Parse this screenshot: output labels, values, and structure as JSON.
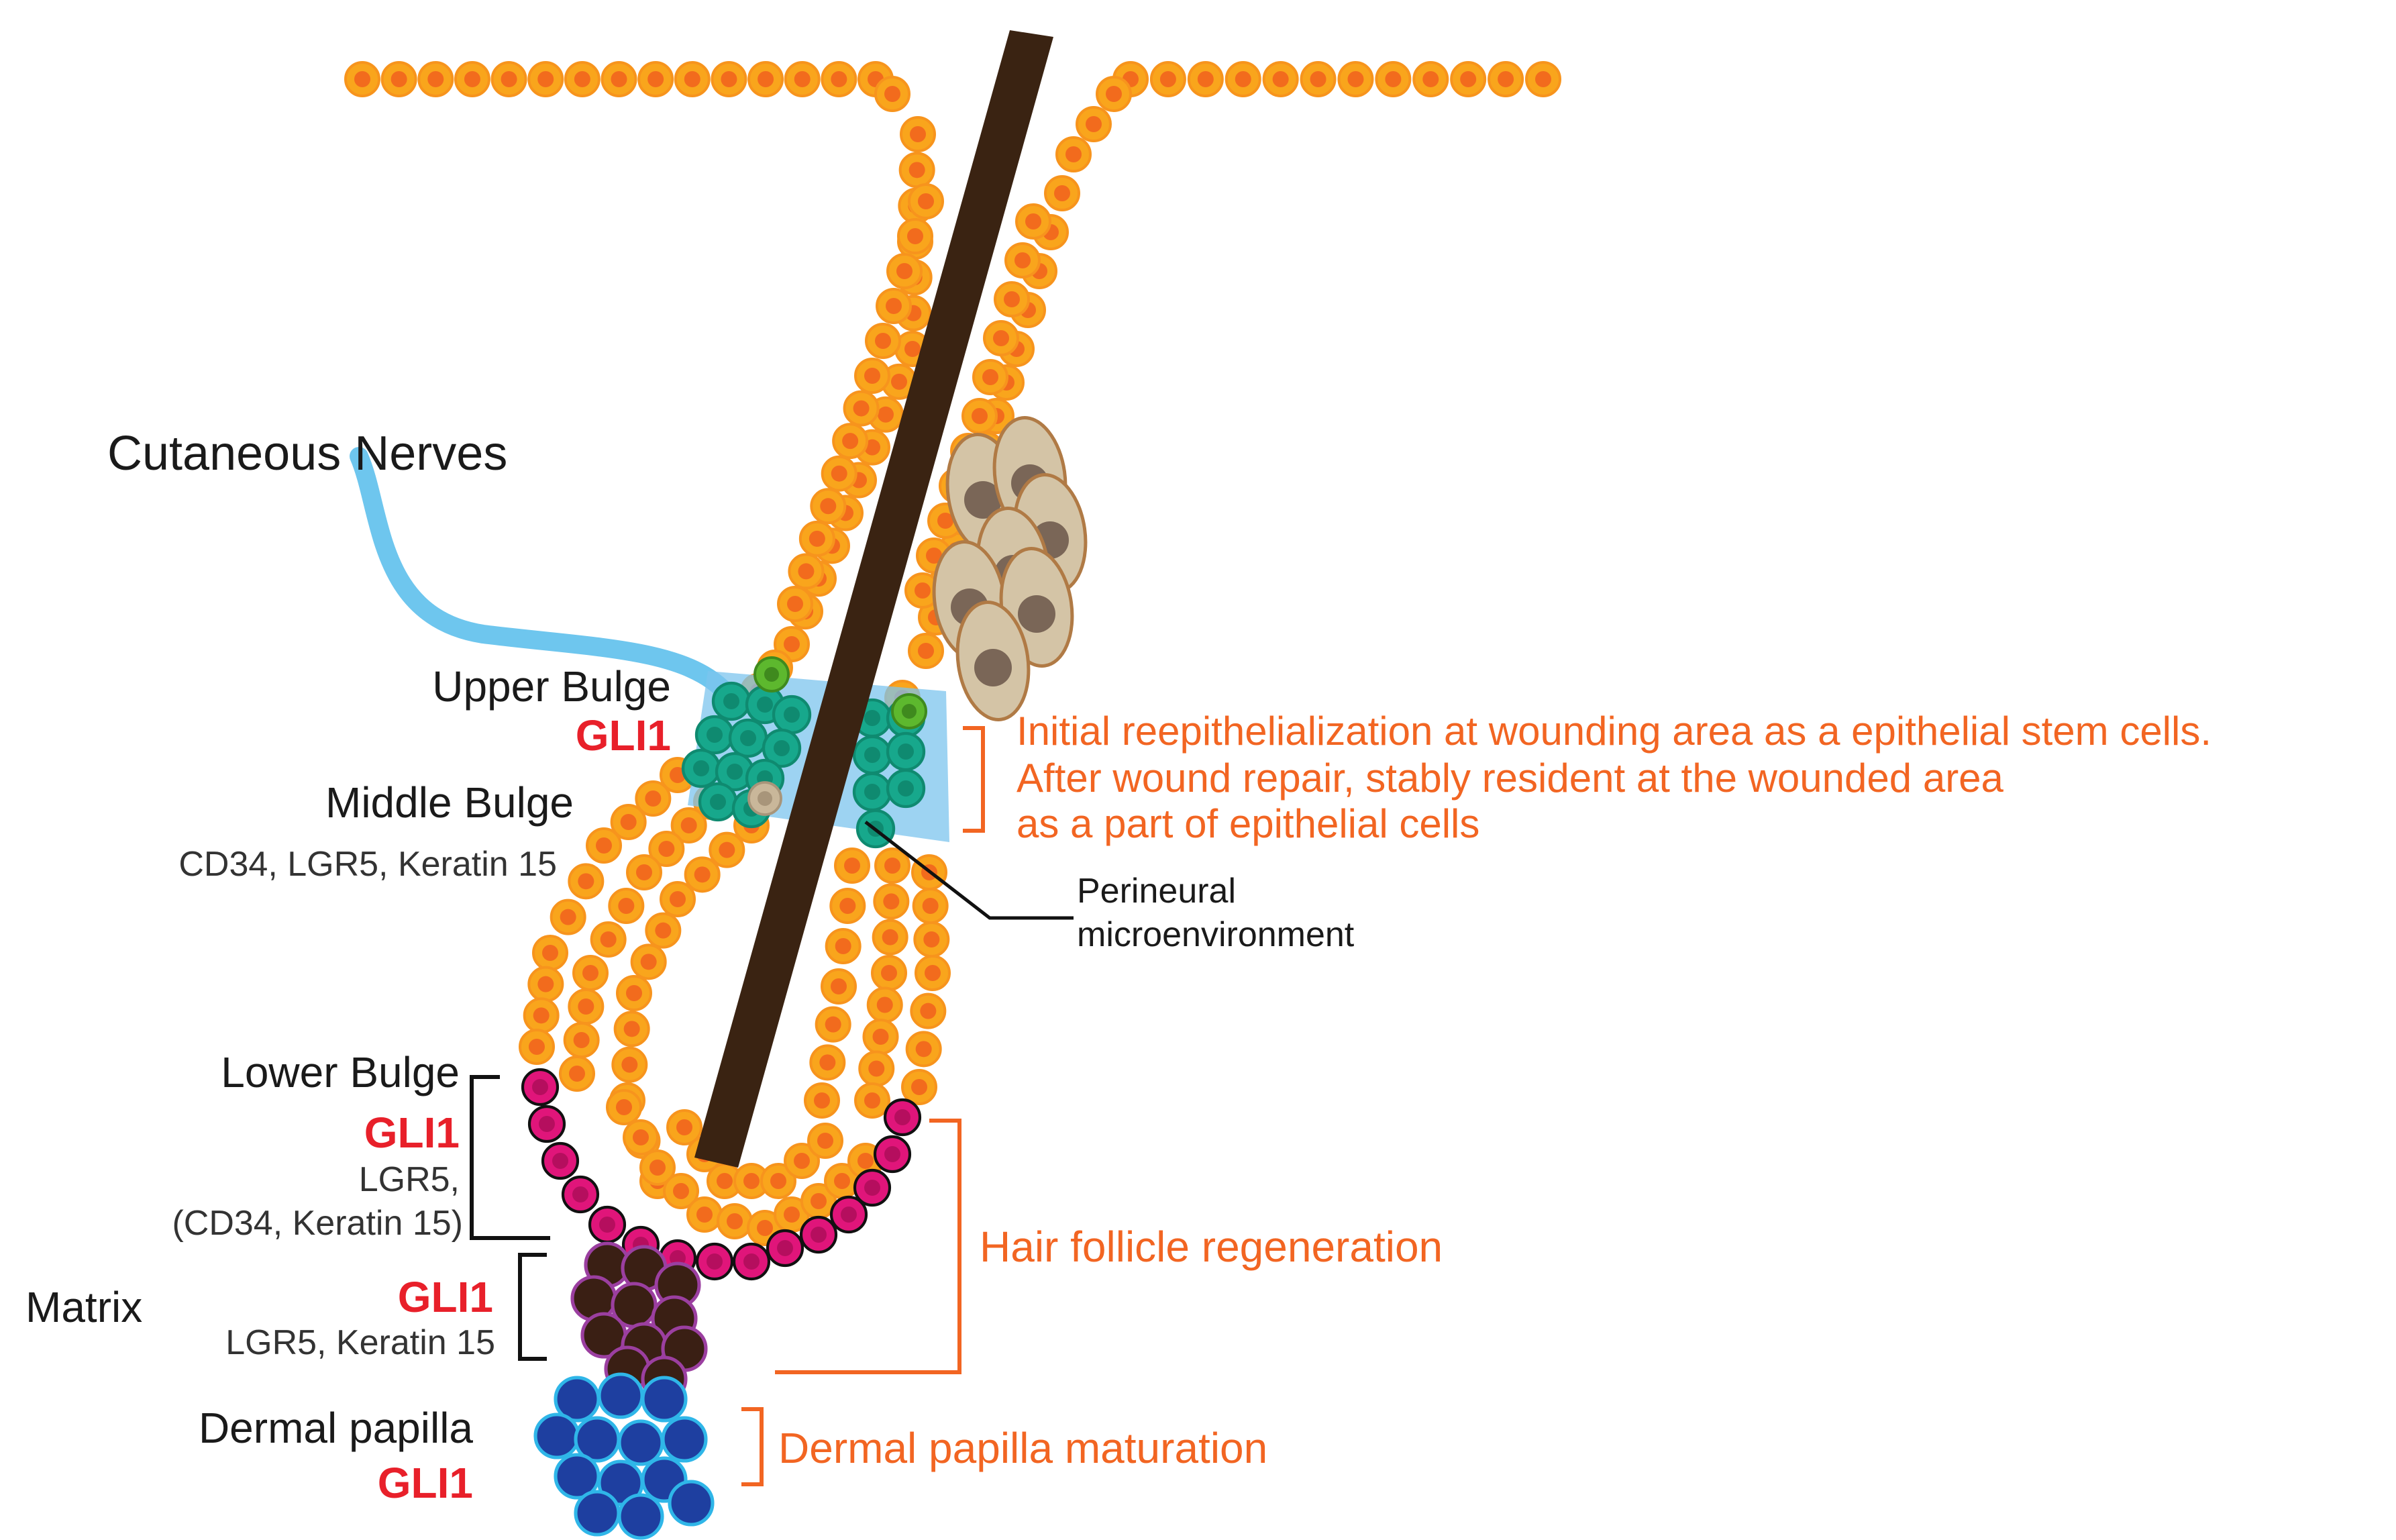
{
  "labels": {
    "cutaneous_nerves": "Cutaneous Nerves",
    "upper_bulge": "Upper Bulge",
    "upper_bulge_marker": "GLI1",
    "middle_bulge": "Middle Bulge",
    "middle_bulge_markers": "CD34, LGR5, Keratin 15",
    "perineural_line1": "Perineural",
    "perineural_line2": "microenvironment",
    "lower_bulge": "Lower Bulge",
    "lower_bulge_marker": "GLI1",
    "lower_bulge_markers_line1": "LGR5,",
    "lower_bulge_markers_line2": "(CD34, Keratin 15)",
    "matrix": "Matrix",
    "matrix_marker": "GLI1",
    "matrix_markers": "LGR5, Keratin 15",
    "dermal_papilla": "Dermal papilla",
    "dermal_papilla_marker": "GLI1"
  },
  "roles": {
    "reepithelialization_line1": "Initial reepithelialization at wounding area as a epithelial stem cells.",
    "reepithelialization_line2": "After wound repair, stably resident at the wounded area",
    "reepithelialization_line3": "as a part of epithelial cells",
    "hair_follicle_regeneration": "Hair follicle regeneration",
    "dermal_papilla_maturation": "Dermal papilla maturation"
  },
  "colors": {
    "keratinocyte_fill": "#F9A51C",
    "keratinocyte_nucleus": "#F26B1D",
    "keratinocyte_outline": "#F7941D",
    "hair_shaft": "#3A2312",
    "nerve": "#6EC6EE",
    "perineural_zone": "#7CC4EE",
    "bulge_stem_cell": "#17A88C",
    "bulge_stem_nucleus": "#0F8A70",
    "green_cell": "#5DB82E",
    "sebocyte_fill": "#D4C4A6",
    "sebocyte_outline": "#B07A45",
    "sebocyte_nucleus": "#7A6657",
    "lower_bulge_cell": "#E0157A",
    "matrix_cell": "#3A1F14",
    "matrix_outline": "#9B3FA0",
    "dermal_papilla_cell": "#1E3FA0",
    "dermal_papilla_outline": "#2FB6E8",
    "marker_text": "#E8202A",
    "role_text": "#F26522",
    "label_text": "#1A1A1A"
  }
}
